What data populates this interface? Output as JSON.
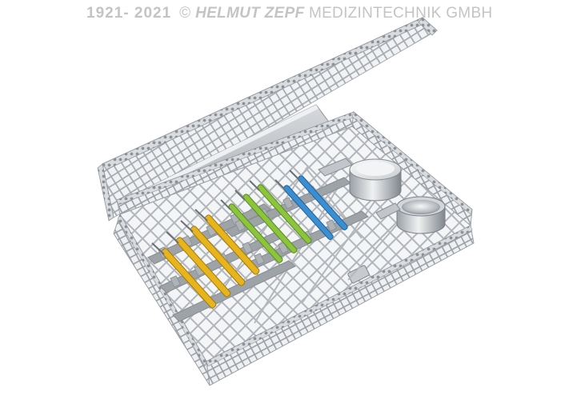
{
  "watermark": {
    "years": "1921- 2021",
    "copyright": "©",
    "brand": "HELMUT ZEPF",
    "company": "MEDIZINTECHNIK GMBH"
  },
  "tray": {
    "instrument_colors": [
      "#e8b41c",
      "#8cc43c",
      "#3a8fd4"
    ],
    "steel_light": "#e4e6e8",
    "steel_mid": "#b8bcc0",
    "steel_dark": "#8a9096",
    "rack_grey": "#9ea3a8"
  }
}
